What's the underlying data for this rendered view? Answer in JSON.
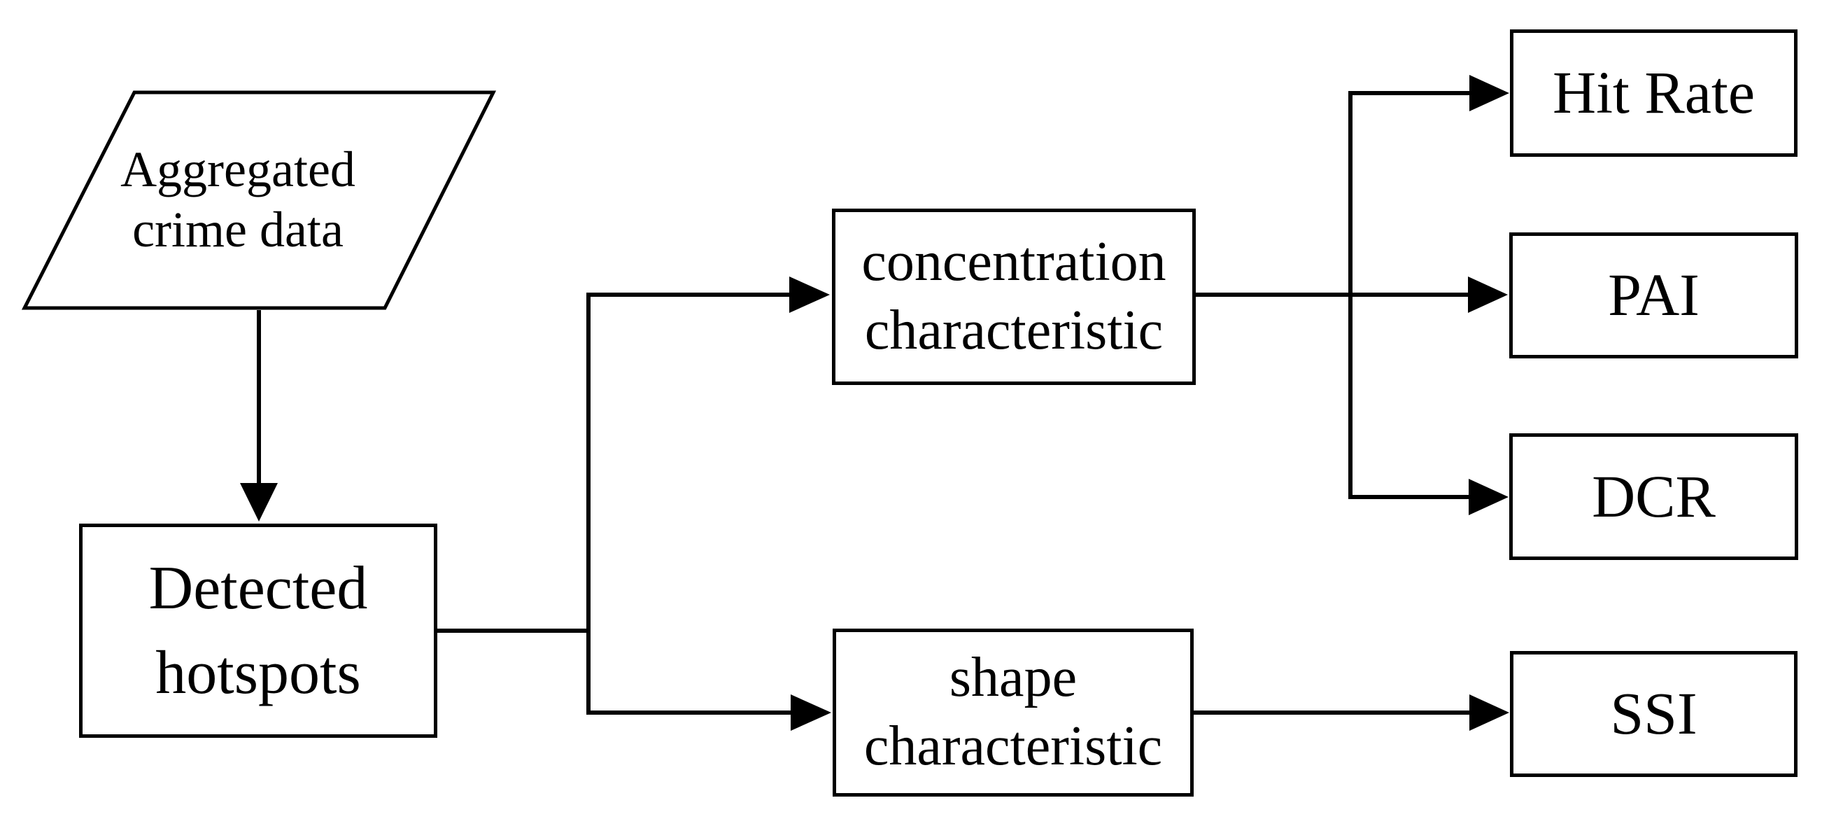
{
  "diagram": {
    "type": "flowchart",
    "colors": {
      "background": "#ffffff",
      "stroke": "#000000",
      "text": "#000000"
    },
    "nodes": [
      {
        "id": "aggregated-crime-data",
        "shape": "parallelogram",
        "lines": [
          "Aggregated",
          "crime data"
        ],
        "label": "Aggregated crime data"
      },
      {
        "id": "detected-hotspots",
        "shape": "rect",
        "lines": [
          "Detected",
          "hotspots"
        ],
        "label": "Detected hotspots"
      },
      {
        "id": "concentration-characteristic",
        "shape": "rect",
        "lines": [
          "concentration",
          "characteristic"
        ],
        "label": "concentration characteristic"
      },
      {
        "id": "shape-characteristic",
        "shape": "rect",
        "lines": [
          "shape",
          "characteristic"
        ],
        "label": "shape characteristic"
      },
      {
        "id": "hit-rate",
        "shape": "rect",
        "lines": [
          "Hit Rate"
        ],
        "label": "Hit Rate"
      },
      {
        "id": "pai",
        "shape": "rect",
        "lines": [
          "PAI"
        ],
        "label": "PAI"
      },
      {
        "id": "dcr",
        "shape": "rect",
        "lines": [
          "DCR"
        ],
        "label": "DCR"
      },
      {
        "id": "ssi",
        "shape": "rect",
        "lines": [
          "SSI"
        ],
        "label": "SSI"
      }
    ],
    "edges": [
      {
        "from": "aggregated-crime-data",
        "to": "detected-hotspots"
      },
      {
        "from": "detected-hotspots",
        "to": "concentration-characteristic"
      },
      {
        "from": "detected-hotspots",
        "to": "shape-characteristic"
      },
      {
        "from": "concentration-characteristic",
        "to": "hit-rate"
      },
      {
        "from": "concentration-characteristic",
        "to": "pai"
      },
      {
        "from": "concentration-characteristic",
        "to": "dcr"
      },
      {
        "from": "shape-characteristic",
        "to": "ssi"
      }
    ]
  }
}
